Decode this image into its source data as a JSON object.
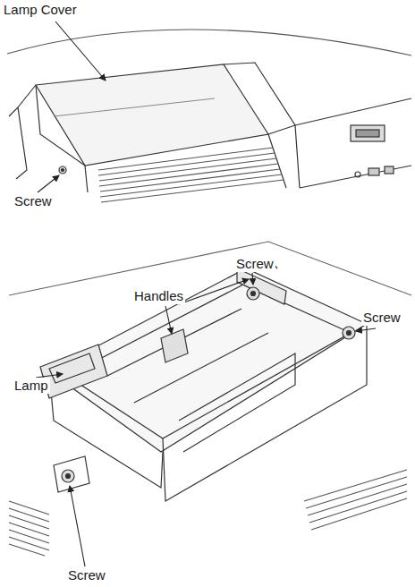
{
  "diagram": {
    "labels": [
      "Lamp Cover",
      "Screw",
      "Handles",
      "Screw",
      "Screw",
      "Lamp",
      "Screw"
    ]
  }
}
